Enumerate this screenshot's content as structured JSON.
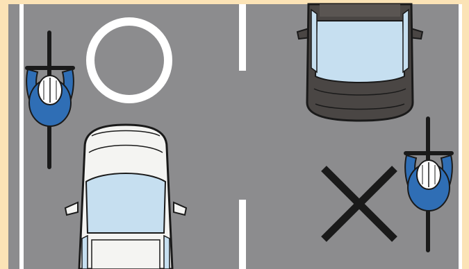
{
  "illustration": {
    "subject": "bicycle-lane-position-diagram",
    "colors": {
      "frame": "#fbe3b6",
      "road": "#8c8c8e",
      "lane_line": "#ffffff",
      "correct_mark": "#ffffff",
      "wrong_mark": "#1a1a1a",
      "cyclist_jacket": "#2f6eb5",
      "helmet": "#ffffff",
      "white_car": "#f4f4f2",
      "dark_car": "#4a4644",
      "car_glass": "#c6dff0"
    },
    "marks": [
      {
        "name": "correct-circle",
        "meaning": "correct"
      },
      {
        "name": "wrong-cross",
        "meaning": "wrong"
      }
    ]
  }
}
